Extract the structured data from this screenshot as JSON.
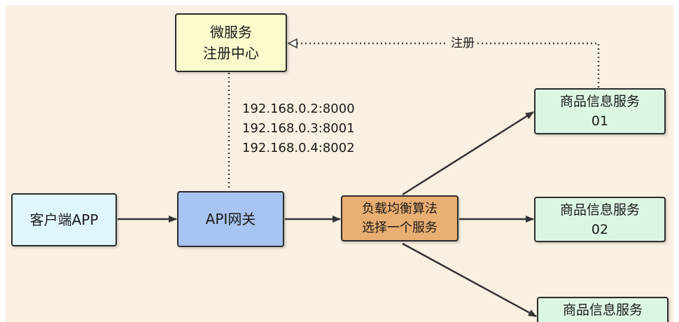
{
  "colors": {
    "background": "#f8f0e0",
    "registry_fill": "#fafacd",
    "client_fill": "#dff6fc",
    "gateway_fill": "#a8c4f0",
    "balancer_fill": "#e9ae71",
    "service_fill": "#dcf6e4",
    "border": "#2b2b2b",
    "arrow": "#333333"
  },
  "nodes": {
    "registry": {
      "line1": "微服务",
      "line2": "注册中心"
    },
    "client": {
      "label": "客户端APP"
    },
    "gateway": {
      "label": "API网关"
    },
    "balancer": {
      "line1": "负载均衡算法",
      "line2": "选择一个服务"
    },
    "service1": {
      "line1": "商品信息服务",
      "line2": "01"
    },
    "service2": {
      "line1": "商品信息服务",
      "line2": "02"
    },
    "service3": {
      "line1": "商品信息服务"
    }
  },
  "addresses": [
    "192.168.0.2:8000",
    "192.168.0.3:8001",
    "192.168.0.4:8002"
  ],
  "edges": {
    "register_label": "注册"
  }
}
